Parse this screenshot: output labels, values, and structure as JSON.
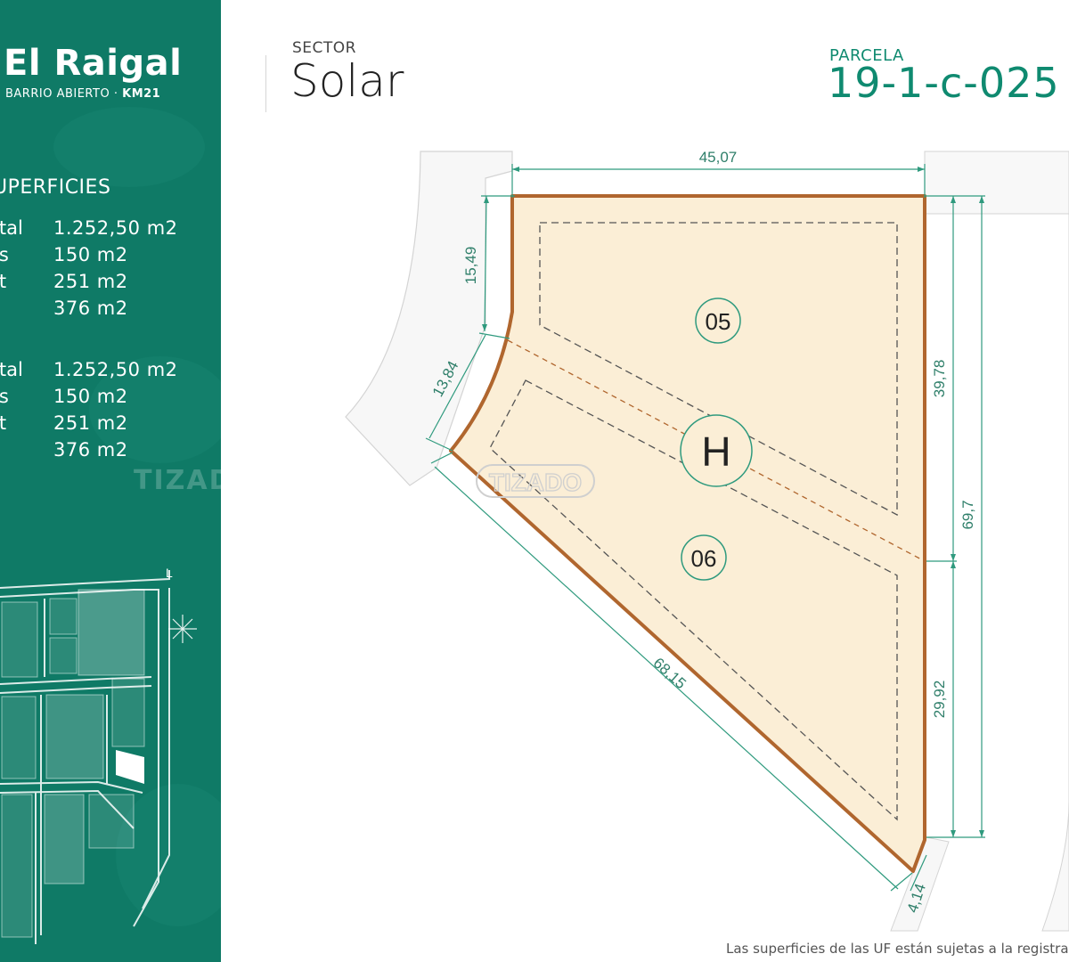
{
  "brand": {
    "name": "El Raigal",
    "subtitle": "BARRIO ABIERTO",
    "separator": "·",
    "km": "KM21"
  },
  "superficies": {
    "title": "UPERFICIES",
    "groups": [
      {
        "rows": [
          {
            "label": "otal",
            "value": "1.252,50 m2"
          },
          {
            "label": "os",
            "value": "150 m2"
          },
          {
            "label": "ot",
            "value": "251 m2"
          },
          {
            "label": "t",
            "value": "376  m2"
          }
        ]
      },
      {
        "rows": [
          {
            "label": "otal",
            "value": "1.252,50 m2"
          },
          {
            "label": "os",
            "value": "150 m2"
          },
          {
            "label": "ot",
            "value": "251 m2"
          },
          {
            "label": "t",
            "value": "376  m2"
          }
        ]
      }
    ]
  },
  "watermark": "TIZADO",
  "header": {
    "sector_label": "SECTOR",
    "sector_name": "Solar",
    "parcel_label": "PARCELA",
    "parcel_value": "19-1-c-025"
  },
  "plan": {
    "lots": [
      {
        "label": "05"
      },
      {
        "label": "H"
      },
      {
        "label": "06"
      }
    ],
    "dimensions": {
      "top": "45,07",
      "left_upper": "15,49",
      "left_corner": "13,84",
      "diagonal": "68,15",
      "right_upper": "39,78",
      "right_total": "69,7",
      "right_lower": "29,92",
      "bottom": "4,14"
    }
  },
  "minimap_compass": "L",
  "footer_note": "Las superficies de las UF están sujetas a la registrac",
  "colors": {
    "sidebar_bg": "#0f7a66",
    "accent": "#0f8a70",
    "parcel_fill": "#fbeed6",
    "parcel_border": "#b0662e",
    "dimension_line": "#2f9a7e"
  }
}
